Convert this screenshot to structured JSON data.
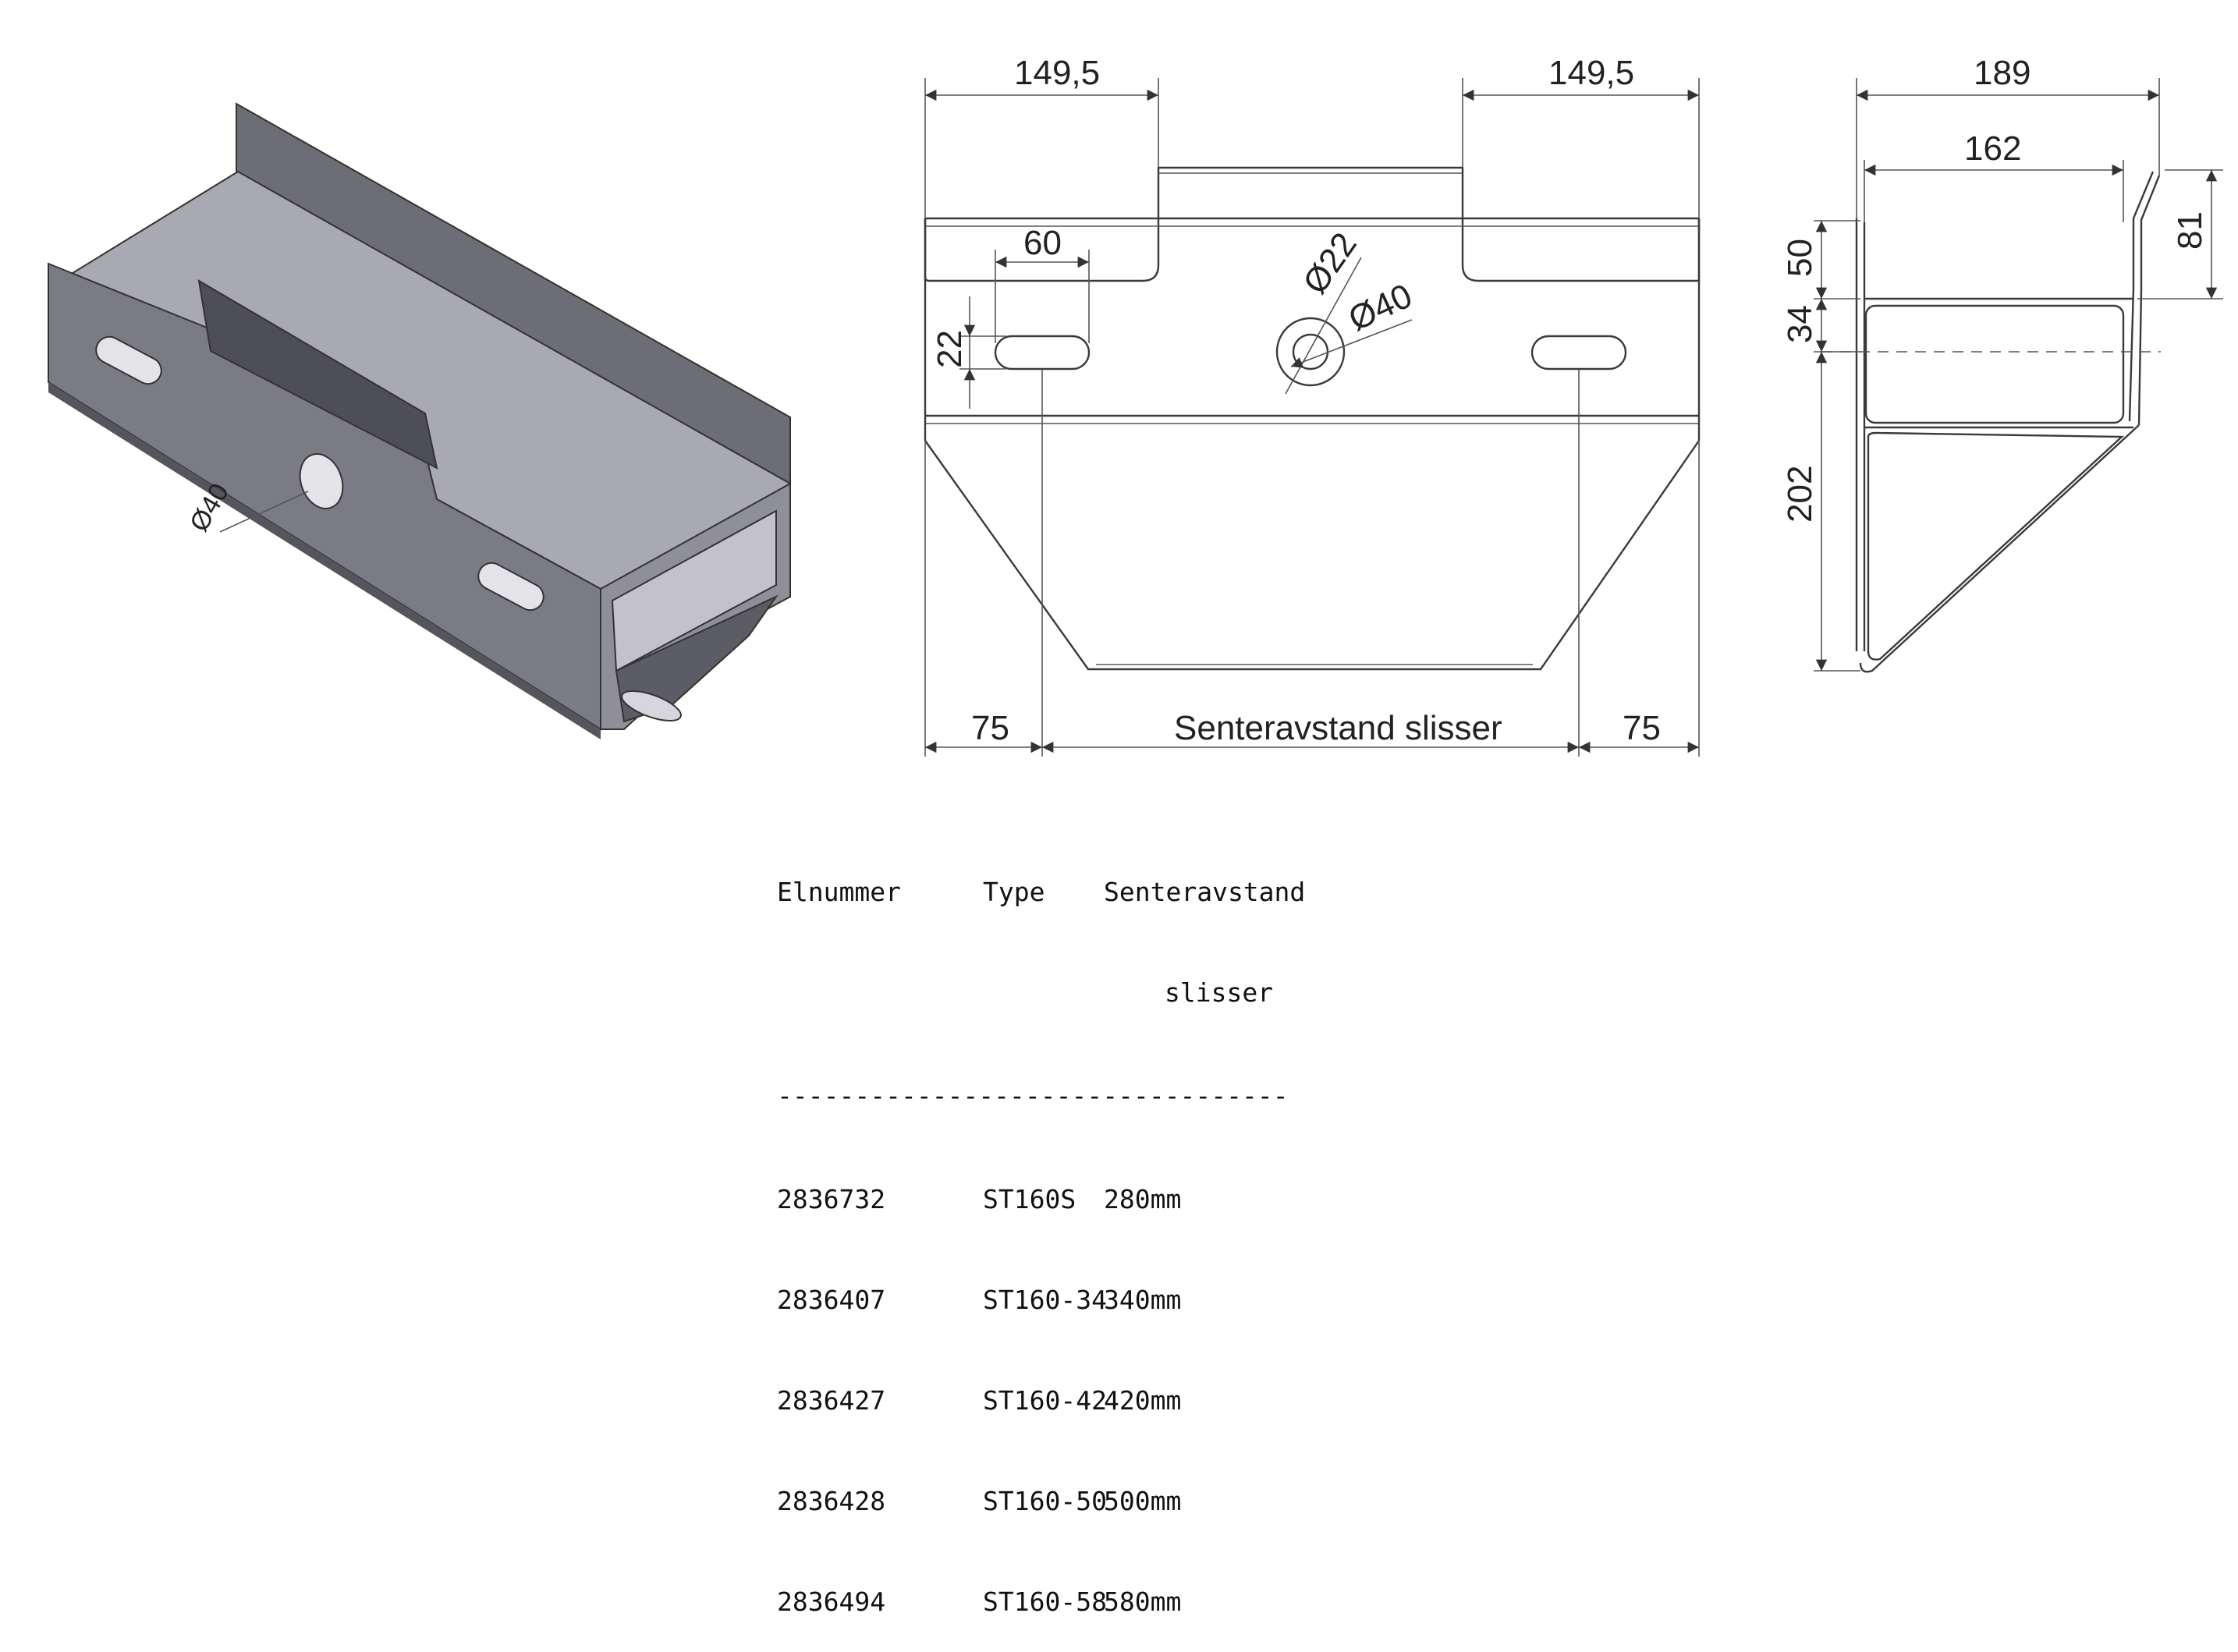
{
  "isometric_view": {
    "hole_dim": "Ø40"
  },
  "front_view": {
    "top_left_width": "149,5",
    "top_right_width": "149,5",
    "slot_length": "60",
    "slot_height": "22",
    "hole_inner_dia": "Ø22",
    "hole_outer_dia": "Ø40",
    "bottom_left_offset": "75",
    "bottom_center_label": "Senteravstand slisser",
    "bottom_right_offset": "75"
  },
  "side_view": {
    "overall_width": "189",
    "inner_width": "162",
    "flange_height": "50",
    "middle_height": "34",
    "lower_height": "202",
    "lip_height": "81"
  },
  "table": {
    "headers": [
      "Elnummer",
      "Type",
      "Senteravstand"
    ],
    "header_sub": "slisser",
    "separator": "---------------------------------",
    "rows": [
      {
        "elnummer": "2836732",
        "type": "ST160S",
        "senteravstand": "280mm"
      },
      {
        "elnummer": "2836407",
        "type": "ST160-34",
        "senteravstand": "340mm"
      },
      {
        "elnummer": "2836427",
        "type": "ST160-42",
        "senteravstand": "420mm"
      },
      {
        "elnummer": "2836428",
        "type": "ST160-50",
        "senteravstand": "500mm"
      },
      {
        "elnummer": "2836494",
        "type": "ST160-58",
        "senteravstand": "580mm"
      }
    ]
  }
}
